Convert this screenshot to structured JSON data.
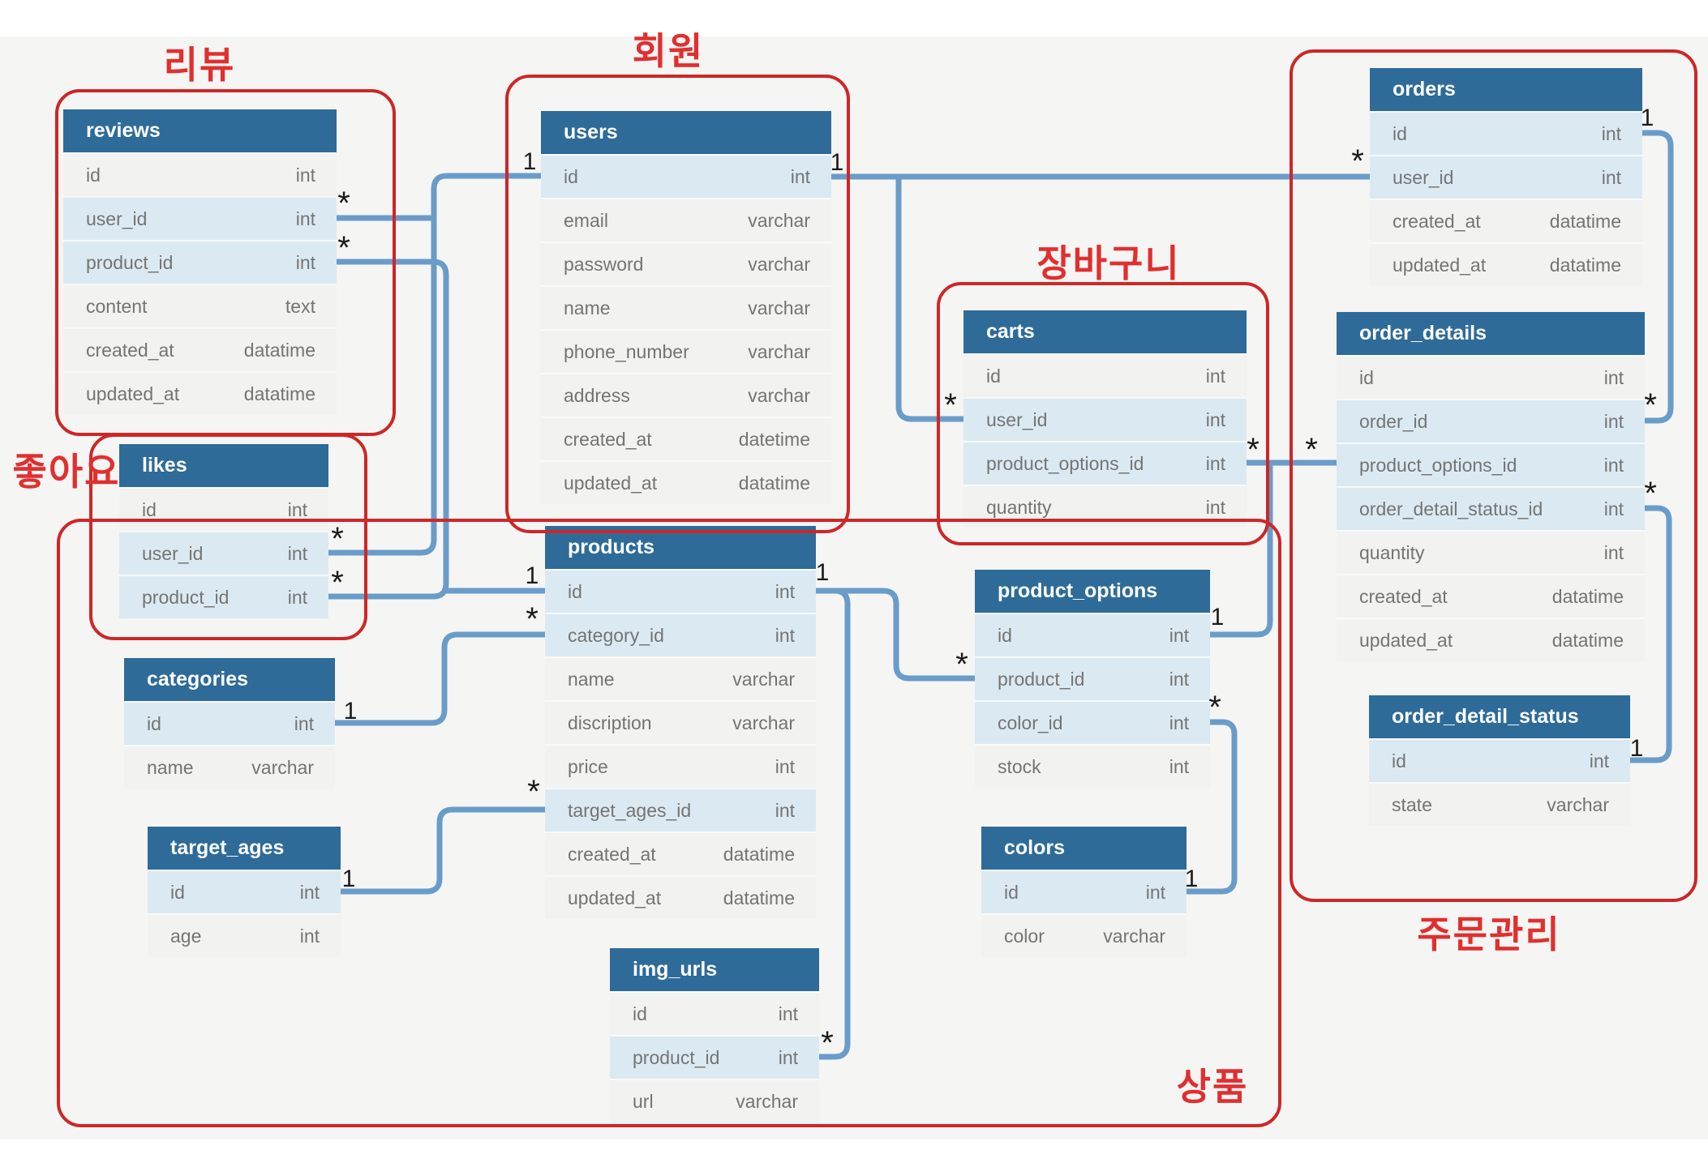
{
  "diagram": {
    "title": "shopping-mall ERD",
    "background": "#f5f5f4",
    "header_blue": "#2e6b99",
    "key_row_blue": "#dbeaf2",
    "plain_row_gray": "#f2f2f1",
    "line_blue": "#6a9cc9",
    "group_red": "#cd2727",
    "label_red": "#e12f2f",
    "text_gray": "#757474"
  },
  "groups": [
    {
      "id": "review",
      "label": "리뷰"
    },
    {
      "id": "member",
      "label": "회원"
    },
    {
      "id": "like",
      "label": "좋아요"
    },
    {
      "id": "cart",
      "label": "장바구니"
    },
    {
      "id": "order",
      "label": "주문관리"
    },
    {
      "id": "product",
      "label": "상품"
    }
  ],
  "tables": [
    {
      "id": "reviews",
      "name": "reviews",
      "fields": [
        {
          "name": "id",
          "type": "int",
          "key": false
        },
        {
          "name": "user_id",
          "type": "int",
          "key": true
        },
        {
          "name": "product_id",
          "type": "int",
          "key": true
        },
        {
          "name": "content",
          "type": "text",
          "key": false
        },
        {
          "name": "created_at",
          "type": "datatime",
          "key": false
        },
        {
          "name": "updated_at",
          "type": "datatime",
          "key": false
        }
      ]
    },
    {
      "id": "users",
      "name": "users",
      "fields": [
        {
          "name": "id",
          "type": "int",
          "key": true
        },
        {
          "name": "email",
          "type": "varchar",
          "key": false
        },
        {
          "name": "password",
          "type": "varchar",
          "key": false
        },
        {
          "name": "name",
          "type": "varchar",
          "key": false
        },
        {
          "name": "phone_number",
          "type": "varchar",
          "key": false
        },
        {
          "name": "address",
          "type": "varchar",
          "key": false
        },
        {
          "name": "created_at",
          "type": "datetime",
          "key": false
        },
        {
          "name": "updated_at",
          "type": "datatime",
          "key": false
        }
      ]
    },
    {
      "id": "likes",
      "name": "likes",
      "fields": [
        {
          "name": "id",
          "type": "int",
          "key": false
        },
        {
          "name": "user_id",
          "type": "int",
          "key": true
        },
        {
          "name": "product_id",
          "type": "int",
          "key": true
        }
      ]
    },
    {
      "id": "categories",
      "name": "categories",
      "fields": [
        {
          "name": "id",
          "type": "int",
          "key": true
        },
        {
          "name": "name",
          "type": "varchar",
          "key": false
        }
      ]
    },
    {
      "id": "target_ages",
      "name": "target_ages",
      "fields": [
        {
          "name": "id",
          "type": "int",
          "key": true
        },
        {
          "name": "age",
          "type": "int",
          "key": false
        }
      ]
    },
    {
      "id": "products",
      "name": "products",
      "fields": [
        {
          "name": "id",
          "type": "int",
          "key": true
        },
        {
          "name": "category_id",
          "type": "int",
          "key": true
        },
        {
          "name": "name",
          "type": "varchar",
          "key": false
        },
        {
          "name": "discription",
          "type": "varchar",
          "key": false
        },
        {
          "name": "price",
          "type": "int",
          "key": false
        },
        {
          "name": "target_ages_id",
          "type": "int",
          "key": true
        },
        {
          "name": "created_at",
          "type": "datatime",
          "key": false
        },
        {
          "name": "updated_at",
          "type": "datatime",
          "key": false
        }
      ]
    },
    {
      "id": "img_urls",
      "name": "img_urls",
      "fields": [
        {
          "name": "id",
          "type": "int",
          "key": false
        },
        {
          "name": "product_id",
          "type": "int",
          "key": true
        },
        {
          "name": "url",
          "type": "varchar",
          "key": false
        }
      ]
    },
    {
      "id": "carts",
      "name": "carts",
      "fields": [
        {
          "name": "id",
          "type": "int",
          "key": false
        },
        {
          "name": "user_id",
          "type": "int",
          "key": true
        },
        {
          "name": "product_options_id",
          "type": "int",
          "key": true
        },
        {
          "name": "quantity",
          "type": "int",
          "key": false
        }
      ]
    },
    {
      "id": "product_options",
      "name": "product_options",
      "fields": [
        {
          "name": "id",
          "type": "int",
          "key": true
        },
        {
          "name": "product_id",
          "type": "int",
          "key": true
        },
        {
          "name": "color_id",
          "type": "int",
          "key": true
        },
        {
          "name": "stock",
          "type": "int",
          "key": false
        }
      ]
    },
    {
      "id": "colors",
      "name": "colors",
      "fields": [
        {
          "name": "id",
          "type": "int",
          "key": true
        },
        {
          "name": "color",
          "type": "varchar",
          "key": false
        }
      ]
    },
    {
      "id": "orders",
      "name": "orders",
      "fields": [
        {
          "name": "id",
          "type": "int",
          "key": true
        },
        {
          "name": "user_id",
          "type": "int",
          "key": true
        },
        {
          "name": "created_at",
          "type": "datatime",
          "key": false
        },
        {
          "name": "updated_at",
          "type": "datatime",
          "key": false
        }
      ]
    },
    {
      "id": "order_details",
      "name": "order_details",
      "fields": [
        {
          "name": "id",
          "type": "int",
          "key": false
        },
        {
          "name": "order_id",
          "type": "int",
          "key": true
        },
        {
          "name": "product_options_id",
          "type": "int",
          "key": true
        },
        {
          "name": "order_detail_status_id",
          "type": "int",
          "key": true
        },
        {
          "name": "quantity",
          "type": "int",
          "key": false
        },
        {
          "name": "created_at",
          "type": "datatime",
          "key": false
        },
        {
          "name": "updated_at",
          "type": "datatime",
          "key": false
        }
      ]
    },
    {
      "id": "order_detail_status",
      "name": "order_detail_status",
      "fields": [
        {
          "name": "id",
          "type": "int",
          "key": true
        },
        {
          "name": "state",
          "type": "varchar",
          "key": false
        }
      ]
    }
  ],
  "relationships": [
    {
      "from": "users.id",
      "to": "reviews.user_id",
      "from_card": "1",
      "to_card": "*"
    },
    {
      "from": "users.id",
      "to": "likes.user_id",
      "from_card": "1",
      "to_card": "*"
    },
    {
      "from": "products.id",
      "to": "reviews.product_id",
      "from_card": "1",
      "to_card": "*"
    },
    {
      "from": "products.id",
      "to": "likes.product_id",
      "from_card": "1",
      "to_card": "*"
    },
    {
      "from": "users.id",
      "to": "carts.user_id",
      "from_card": "1",
      "to_card": "*"
    },
    {
      "from": "users.id",
      "to": "orders.user_id",
      "from_card": "1",
      "to_card": "*"
    },
    {
      "from": "categories.id",
      "to": "products.category_id",
      "from_card": "1",
      "to_card": "*"
    },
    {
      "from": "target_ages.id",
      "to": "products.target_ages_id",
      "from_card": "1",
      "to_card": "*"
    },
    {
      "from": "products.id",
      "to": "product_options.product_id",
      "from_card": "1",
      "to_card": "*"
    },
    {
      "from": "products.id",
      "to": "img_urls.product_id",
      "from_card": "1",
      "to_card": "*"
    },
    {
      "from": "product_options.id",
      "to": "carts.product_options_id",
      "from_card": "1",
      "to_card": "*"
    },
    {
      "from": "product_options.id",
      "to": "order_details.product_options_id",
      "from_card": "1",
      "to_card": "*"
    },
    {
      "from": "colors.id",
      "to": "product_options.color_id",
      "from_card": "1",
      "to_card": "*"
    },
    {
      "from": "orders.id",
      "to": "order_details.order_id",
      "from_card": "1",
      "to_card": "*"
    },
    {
      "from": "order_detail_status.id",
      "to": "order_details.order_detail_status_id",
      "from_card": "1",
      "to_card": "*"
    }
  ]
}
